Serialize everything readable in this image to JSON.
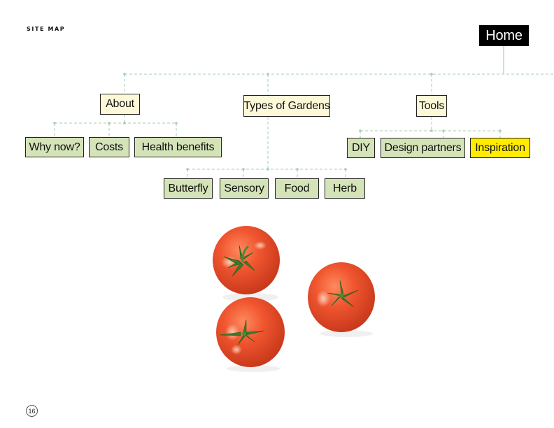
{
  "header": {
    "title": "SITE MAP"
  },
  "page_number": "16",
  "colors": {
    "section_fill": "#fdf9d8",
    "page_fill": "#d4e3b8",
    "highlight_fill": "#ffec00",
    "home_fill": "#000000",
    "connector": "#a6cfae"
  },
  "sitemap": {
    "home": "Home",
    "sections": {
      "about": {
        "label": "About",
        "children": [
          "Why now?",
          "Costs",
          "Health benefits"
        ]
      },
      "types_of_gardens": {
        "label": "Types of Gardens",
        "children": [
          "Butterfly",
          "Sensory",
          "Food",
          "Herb"
        ]
      },
      "tools": {
        "label": "Tools",
        "children": [
          "DIY",
          "Design partners",
          "Inspiration"
        ]
      }
    },
    "highlighted": "Inspiration"
  },
  "illustration": {
    "subject": "three tomatoes",
    "icon": "tomato-icon"
  }
}
